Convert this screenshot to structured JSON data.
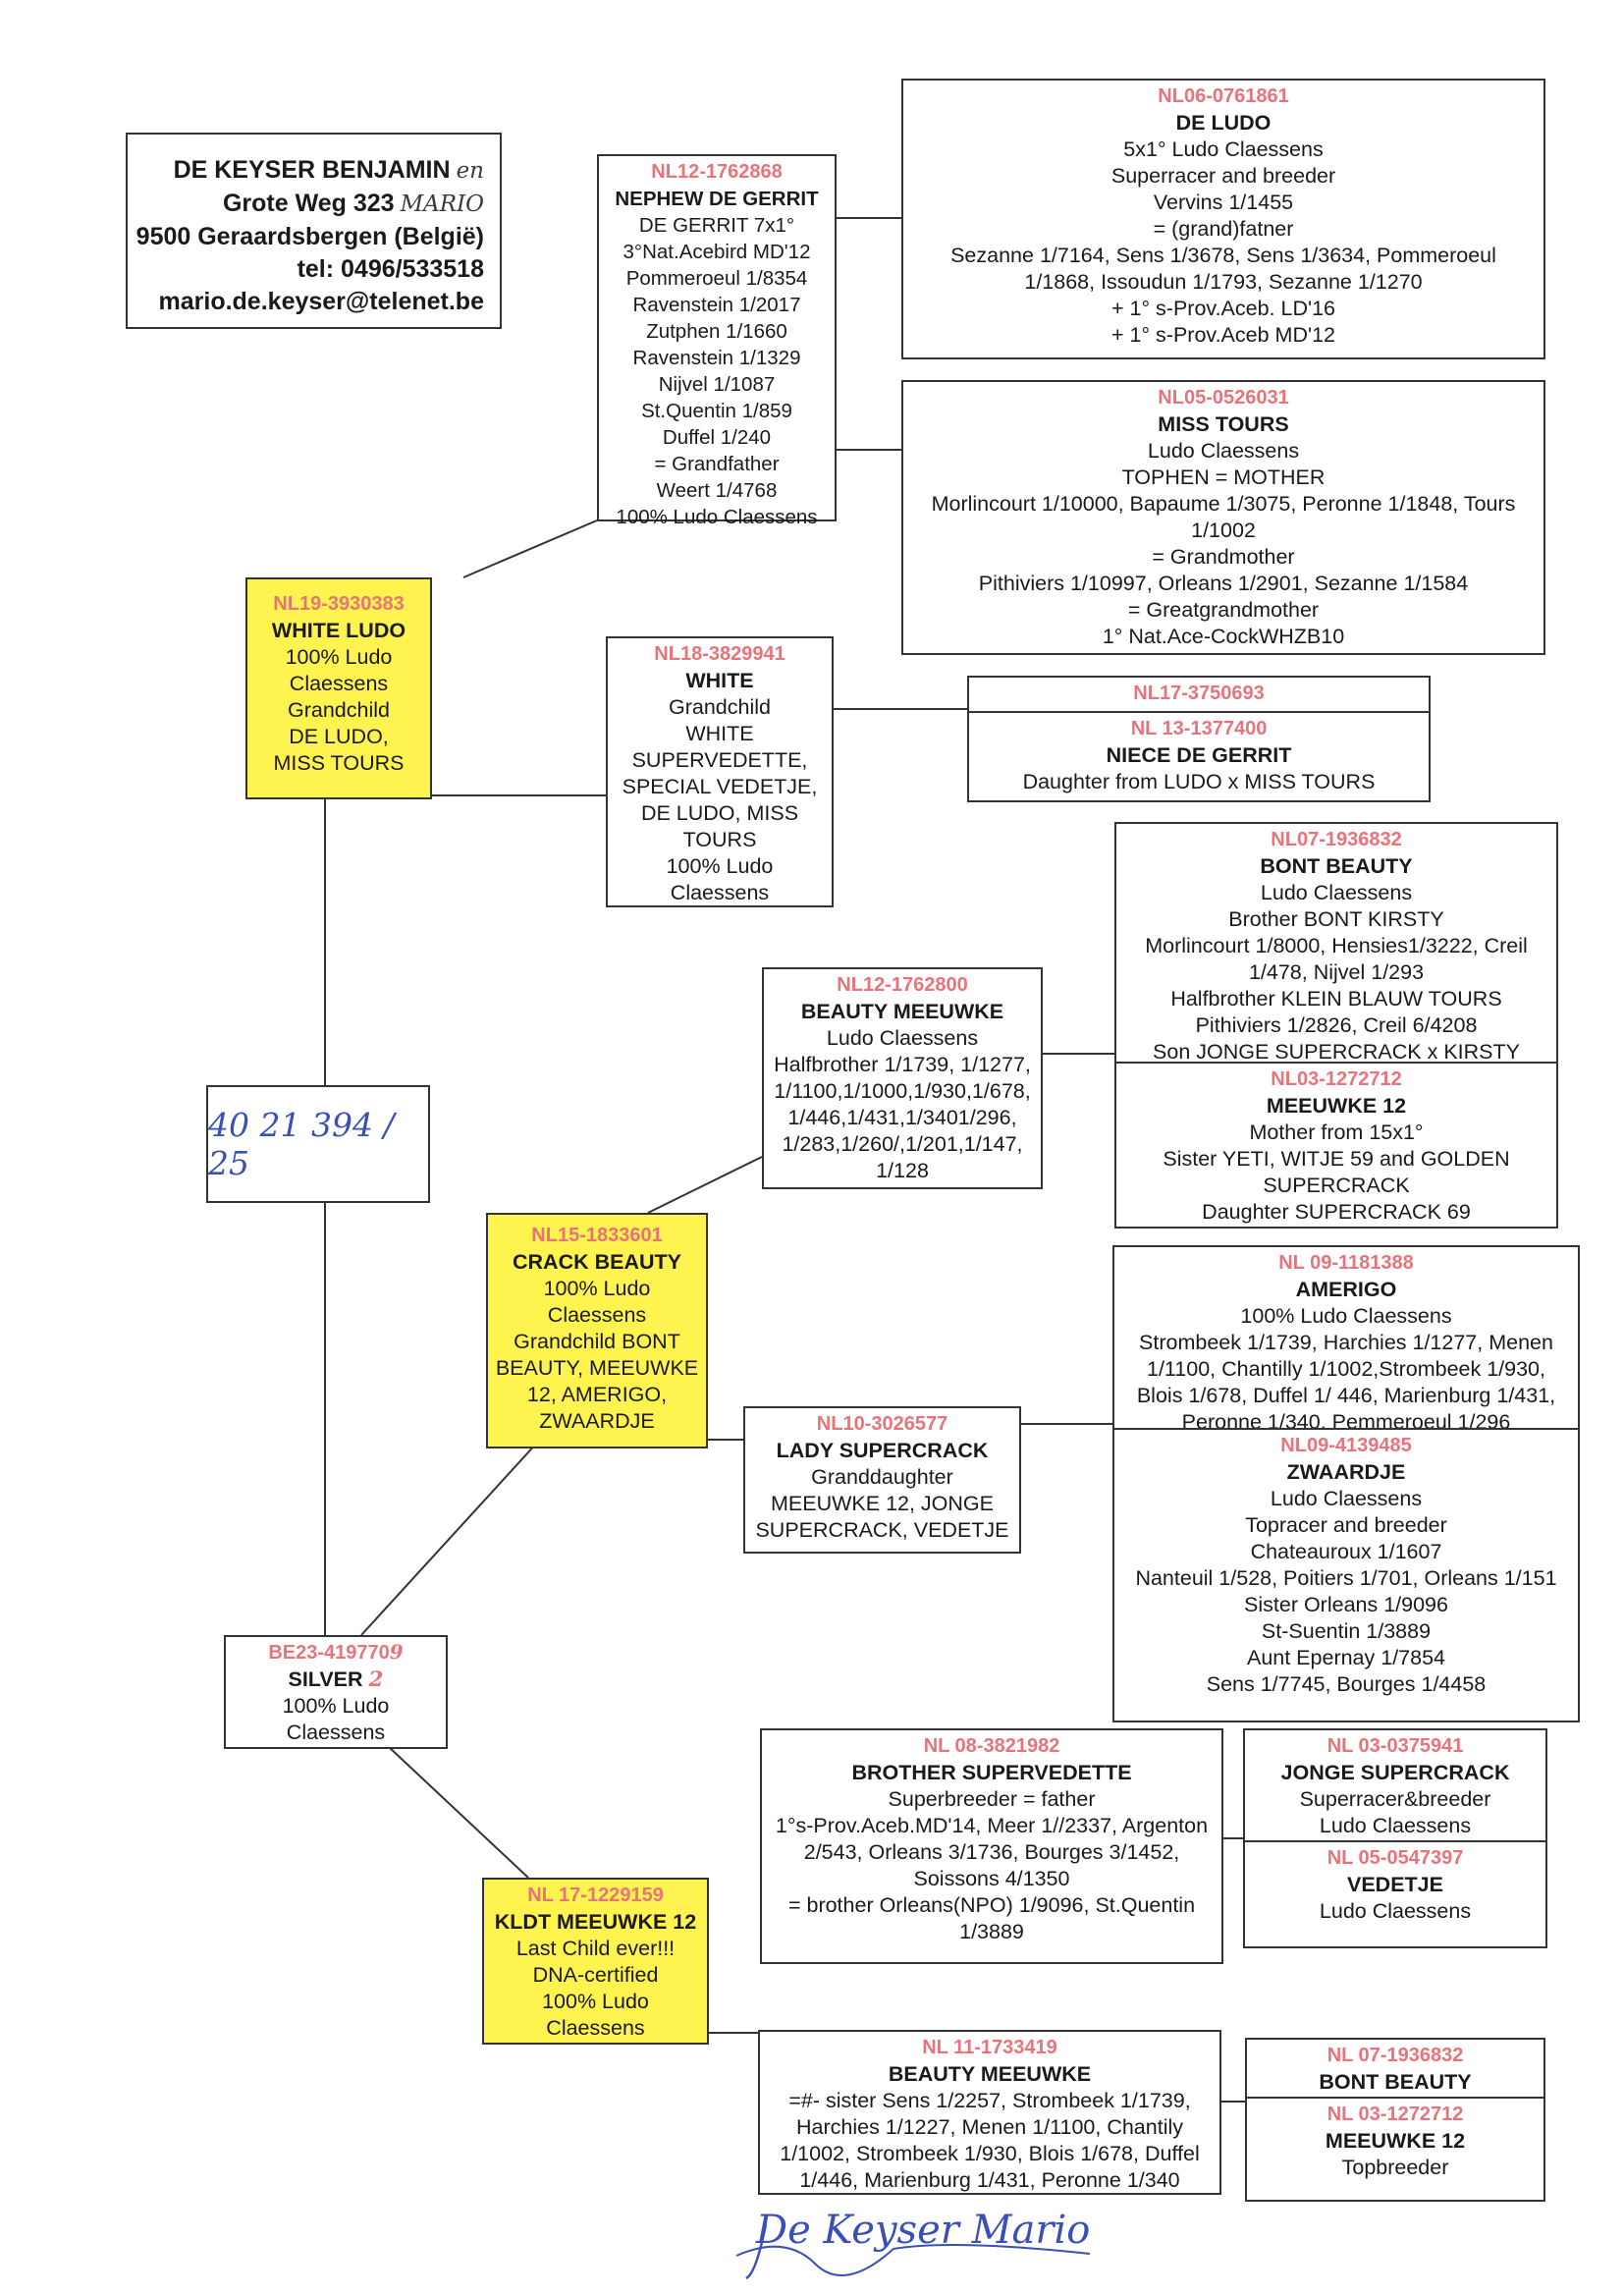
{
  "owner": {
    "name": "DE KEYSER BENJAMIN",
    "name_note": "en",
    "street": "Grote Weg 323",
    "street_note": "MARIO",
    "city": "9500 Geraardsbergen (België)",
    "tel": "tel: 0496/533518",
    "email": "mario.de.keyser@telenet.be"
  },
  "ring_handwritten": "40 21 394 / 25",
  "signature": "De Keyser Mario",
  "pigeons": {
    "de_ludo": {
      "ring": "NL06-0761861",
      "name": "DE LUDO",
      "lines": [
        "5x1° Ludo Claessens",
        "Superracer and breeder",
        "Vervins 1/1455",
        "= (grand)fatner",
        "Sezanne 1/7164, Sens 1/3678, Sens 1/3634, Pommeroeul",
        "1/1868, Issoudun 1/1793, Sezanne 1/1270",
        "+ 1° s-Prov.Aceb. LD'16",
        "+ 1° s-Prov.Aceb MD'12"
      ]
    },
    "nephew_de_gerrit": {
      "ring": "NL12-1762868",
      "name": "NEPHEW DE GERRIT",
      "lines": [
        "DE GERRIT 7x1°",
        "3°Nat.Acebird MD'12",
        "Pommeroeul 1/8354",
        "Ravenstein 1/2017",
        "Zutphen 1/1660",
        "Ravenstein 1/1329",
        "Nijvel 1/1087",
        "St.Quentin 1/859",
        "Duffel 1/240",
        "= Grandfather",
        "Weert 1/4768",
        "100% Ludo Claessens"
      ]
    },
    "miss_tours": {
      "ring": "NL05-0526031",
      "name": "MISS TOURS",
      "lines": [
        "Ludo Claessens",
        "TOPHEN = MOTHER",
        "Morlincourt 1/10000, Bapaume 1/3075, Peronne 1/1848, Tours",
        "1/1002",
        "= Grandmother",
        "Pithiviers 1/10997, Orleans 1/2901, Sezanne 1/1584",
        "= Greatgrandmother",
        "1° Nat.Ace-CockWHZB10"
      ]
    },
    "white_ludo": {
      "ring": "NL19-3930383",
      "name": "WHITE LUDO",
      "lines": [
        "100% Ludo",
        "Claessens",
        "Grandchild",
        "DE LUDO,",
        "MISS TOURS"
      ]
    },
    "white": {
      "ring": "NL18-3829941",
      "name": "WHITE",
      "lines": [
        "Grandchild",
        "WHITE",
        "SUPERVEDETTE,",
        "SPECIAL VEDETJE,",
        "DE LUDO, MISS",
        "TOURS",
        "100% Ludo",
        "Claessens"
      ]
    },
    "nl17": {
      "ring": "NL17-3750693"
    },
    "niece_de_gerrit": {
      "ring": "NL 13-1377400",
      "name": "NIECE DE GERRIT",
      "lines": [
        "Daughter from LUDO x MISS TOURS"
      ]
    },
    "bont_beauty_top": {
      "ring": "NL07-1936832",
      "name": "BONT BEAUTY",
      "lines": [
        "Ludo Claessens",
        "Brother BONT KIRSTY",
        "Morlincourt 1/8000, Hensies1/3222, Creil",
        "1/478, Nijvel 1/293",
        "Halfbrother KLEIN BLAUW TOURS",
        "Pithiviers 1/2826, Creil 6/4208",
        "Son JONGE SUPERCRACK x KIRSTY"
      ]
    },
    "beauty_meeuwke_top": {
      "ring": "NL12-1762800",
      "name": "BEAUTY MEEUWKE",
      "lines": [
        "Ludo Claessens",
        "Halfbrother 1/1739, 1/1277,",
        "1/1100,1/1000,1/930,1/678,",
        "1/446,1/431,1/3401/296,",
        "1/283,1/260/,1/201,1/147,",
        "1/128"
      ]
    },
    "meeuwke_12_top": {
      "ring": "NL03-1272712",
      "name": "MEEUWKE 12",
      "lines": [
        "Mother from 15x1°",
        "Sister YETI, WITJE 59 and GOLDEN",
        "SUPERCRACK",
        "Daughter SUPERCRACK 69"
      ]
    },
    "crack_beauty": {
      "ring": "NL15-1833601",
      "name": "CRACK BEAUTY",
      "lines": [
        "100% Ludo",
        "Claessens",
        "Grandchild BONT",
        "BEAUTY, MEEUWKE",
        "12, AMERIGO,",
        "ZWAARDJE"
      ]
    },
    "amerigo": {
      "ring": "NL 09-1181388",
      "name": "AMERIGO",
      "lines": [
        "100% Ludo Claessens",
        "Strombeek 1/1739, Harchies 1/1277, Menen",
        "1/1100, Chantilly 1/1002,Strombeek 1/930,",
        "Blois 1/678, Duffel 1/ 446, Marienburg 1/431,",
        "Peronne 1/340, Pemmeroeul 1/296"
      ]
    },
    "lady_supercrack": {
      "ring": "NL10-3026577",
      "name": "LADY SUPERCRACK",
      "lines": [
        "Granddaughter",
        "MEEUWKE 12, JONGE",
        "SUPERCRACK, VEDETJE"
      ]
    },
    "zwaardje": {
      "ring": "NL09-4139485",
      "name": "ZWAARDJE",
      "lines": [
        "Ludo Claessens",
        "Topracer and breeder",
        "Chateauroux 1/1607",
        "Nanteuil 1/528, Poitiers 1/701, Orleans 1/151",
        "Sister Orleans 1/9096",
        "St-Suentin 1/3889",
        "Aunt Epernay 1/7854",
        "Sens 1/7745, Bourges 1/4458"
      ]
    },
    "silver_2": {
      "ring": "BE23-419770",
      "ring_edit": "9",
      "name": "SILVER",
      "name_edit": "2",
      "lines": [
        "100% Ludo",
        "Claessens"
      ]
    },
    "brother_supervedette": {
      "ring": "NL 08-3821982",
      "name": "BROTHER SUPERVEDETTE",
      "lines": [
        "Superbreeder = father",
        "1°s-Prov.Aceb.MD'14, Meer 1//2337, Argenton",
        "2/543, Orleans 3/1736, Bourges 3/1452,",
        "Soissons 4/1350",
        "= brother Orleans(NPO) 1/9096, St.Quentin",
        "1/3889"
      ]
    },
    "jonge_supercrack": {
      "ring": "NL 03-0375941",
      "name": "JONGE SUPERCRACK",
      "lines": [
        "Superracer&breeder",
        "Ludo Claessens"
      ]
    },
    "vedetje": {
      "ring": "NL 05-0547397",
      "name": "VEDETJE",
      "lines": [
        "Ludo Claessens"
      ]
    },
    "kldt_meeuwke_12": {
      "ring": "NL 17-1229159",
      "name": "KLDT MEEUWKE 12",
      "lines": [
        "Last Child ever!!!",
        "DNA-certified",
        "100% Ludo",
        "Claessens"
      ]
    },
    "beauty_meeuwke_bottom": {
      "ring": "NL 11-1733419",
      "name": "BEAUTY MEEUWKE",
      "lines": [
        "=#- sister Sens 1/2257, Strombeek 1/1739,",
        "Harchies 1/1227, Menen 1/1100, Chantily",
        "1/1002, Strombeek 1/930, Blois 1/678, Duffel",
        "1/446, Marienburg 1/431, Peronne 1/340"
      ]
    },
    "bont_beauty_bottom": {
      "ring": "NL 07-1936832",
      "name": "BONT BEAUTY",
      "lines": []
    },
    "meeuwke_12_bottom": {
      "ring": "NL 03-1272712",
      "name": "MEEUWKE 12",
      "lines": [
        "Topbreeder"
      ]
    }
  }
}
